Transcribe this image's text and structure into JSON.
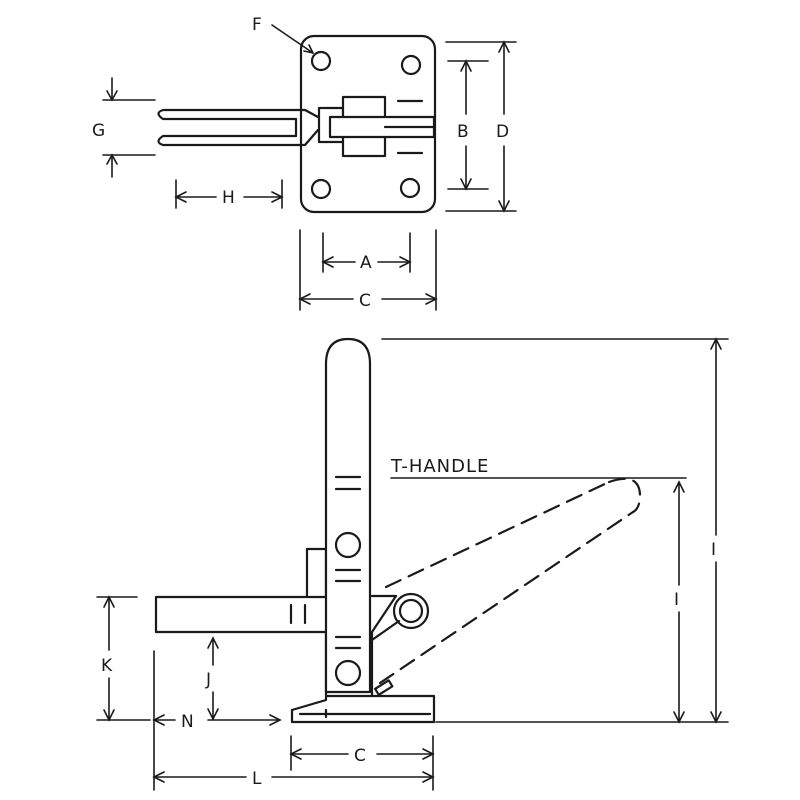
{
  "labels": {
    "F": "F",
    "G": "G",
    "H": "H",
    "B": "B",
    "D": "D",
    "A": "A",
    "C_top": "C",
    "C_bottom": "C",
    "T_handle": "T-HANDLE",
    "I_outer": "I",
    "I_inner": "I",
    "K": "K",
    "J": "J",
    "N": "N",
    "L": "L"
  },
  "colors": {
    "ink": "#1a1a1a",
    "paper": "#ffffff"
  }
}
